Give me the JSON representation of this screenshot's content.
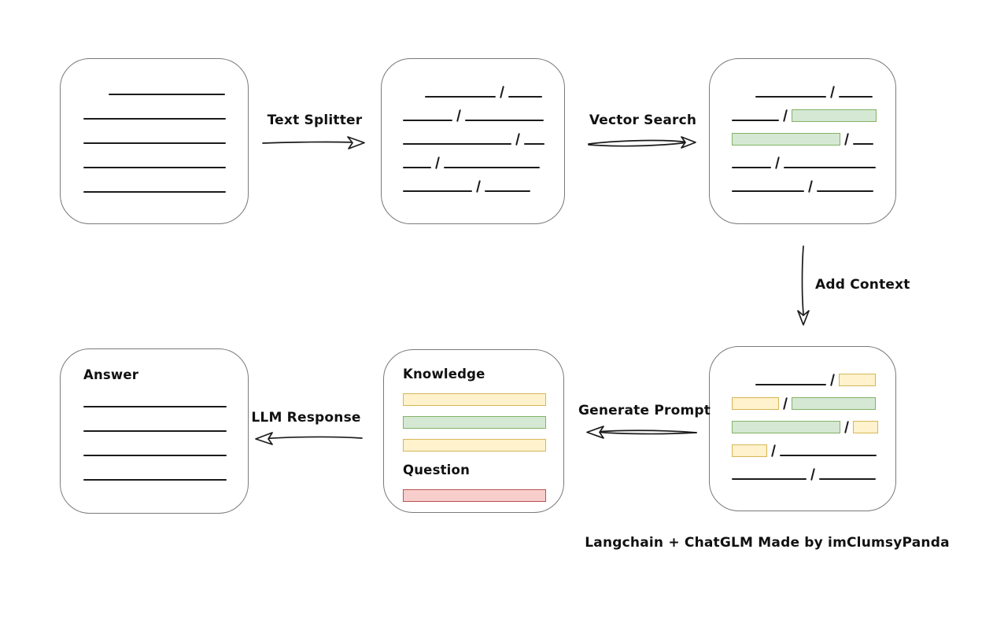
{
  "caption": "Langchain + ChatGLM Made by imClumsyPanda",
  "colors": {
    "green_fill": "#d5e8d4",
    "green_border": "#82b366",
    "yellow_fill": "#fff2cc",
    "yellow_border": "#d6b656",
    "red_fill": "#f8cecc",
    "red_border": "#b85450",
    "line": "#1b1b1b",
    "box_border": "#7a7a7a",
    "text": "#111111"
  },
  "arrows": {
    "text_splitter": {
      "label": "Text Splitter",
      "direction": "right"
    },
    "vector_search": {
      "label": "Vector Search",
      "direction": "right"
    },
    "add_context": {
      "label": "Add Context",
      "direction": "down"
    },
    "generate_prompt": {
      "label": "Generate Prompt",
      "direction": "left"
    },
    "llm_response": {
      "label": "LLM Response",
      "direction": "left"
    }
  },
  "boxes": [
    {
      "id": "document",
      "rows": [
        [
          {
            "t": "line",
            "w": 148,
            "ml": 32
          }
        ],
        [
          {
            "t": "line",
            "w": 181
          }
        ],
        [
          {
            "t": "line",
            "w": 181
          }
        ],
        [
          {
            "t": "line",
            "w": 181
          }
        ],
        [
          {
            "t": "line",
            "w": 181
          }
        ]
      ]
    },
    {
      "id": "chunks",
      "rows": [
        [
          {
            "t": "line",
            "w": 90,
            "ml": 28
          },
          {
            "t": "slash"
          },
          {
            "t": "line",
            "w": 43
          }
        ],
        [
          {
            "t": "line",
            "w": 63
          },
          {
            "t": "slash"
          },
          {
            "t": "line",
            "w": 100
          }
        ],
        [
          {
            "t": "line",
            "w": 138
          },
          {
            "t": "slash"
          },
          {
            "t": "line",
            "w": 26
          }
        ],
        [
          {
            "t": "line",
            "w": 36
          },
          {
            "t": "slash"
          },
          {
            "t": "line",
            "w": 122
          }
        ],
        [
          {
            "t": "line",
            "w": 88
          },
          {
            "t": "slash"
          },
          {
            "t": "line",
            "w": 58
          }
        ]
      ]
    },
    {
      "id": "retrieved",
      "rows": [
        [
          {
            "t": "line",
            "w": 90,
            "ml": 30
          },
          {
            "t": "slash"
          },
          {
            "t": "line",
            "w": 43
          }
        ],
        [
          {
            "t": "line",
            "w": 60
          },
          {
            "t": "slash"
          },
          {
            "t": "green",
            "w": 108
          }
        ],
        [
          {
            "t": "green",
            "w": 138
          },
          {
            "t": "slash"
          },
          {
            "t": "line",
            "w": 26
          }
        ],
        [
          {
            "t": "line",
            "w": 50
          },
          {
            "t": "slash"
          },
          {
            "t": "line",
            "w": 117
          }
        ],
        [
          {
            "t": "line",
            "w": 92
          },
          {
            "t": "slash"
          },
          {
            "t": "line",
            "w": 72
          }
        ]
      ]
    },
    {
      "id": "context",
      "rows": [
        [
          {
            "t": "line",
            "w": 90,
            "ml": 30
          },
          {
            "t": "slash"
          },
          {
            "t": "yellow",
            "w": 47
          }
        ],
        [
          {
            "t": "yellow",
            "w": 60
          },
          {
            "t": "slash"
          },
          {
            "t": "green",
            "w": 107
          }
        ],
        [
          {
            "t": "green",
            "w": 138
          },
          {
            "t": "slash"
          },
          {
            "t": "yellow",
            "w": 32
          }
        ],
        [
          {
            "t": "yellow",
            "w": 45
          },
          {
            "t": "slash"
          },
          {
            "t": "line",
            "w": 123
          }
        ],
        [
          {
            "t": "line",
            "w": 95
          },
          {
            "t": "slash"
          },
          {
            "t": "line",
            "w": 72
          }
        ]
      ]
    },
    {
      "id": "prompt",
      "rows": [
        [
          {
            "t": "text",
            "v": "Knowledge"
          }
        ],
        [
          {
            "t": "yellow",
            "w": 182
          }
        ],
        [
          {
            "t": "green",
            "w": 182
          }
        ],
        [
          {
            "t": "yellow",
            "w": 182
          }
        ],
        [
          {
            "t": "text",
            "v": "Question"
          }
        ],
        [
          {
            "t": "red",
            "w": 182
          }
        ]
      ]
    },
    {
      "id": "answer",
      "rows": [
        [
          {
            "t": "text",
            "v": "Answer"
          }
        ],
        [
          {
            "t": "line",
            "w": 182
          }
        ],
        [
          {
            "t": "line",
            "w": 182
          }
        ],
        [
          {
            "t": "line",
            "w": 182
          }
        ],
        [
          {
            "t": "line",
            "w": 182
          }
        ]
      ]
    }
  ]
}
